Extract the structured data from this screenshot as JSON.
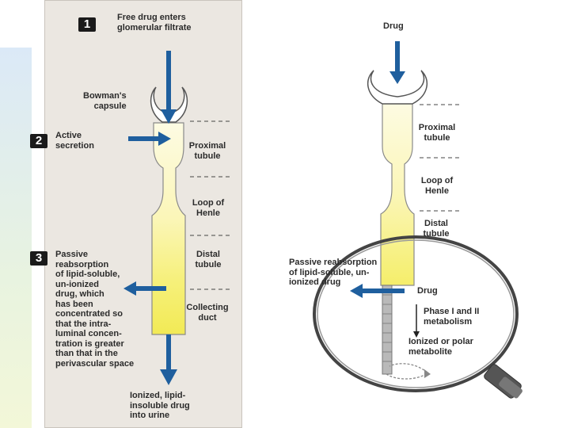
{
  "left": {
    "steps": [
      {
        "number": "1",
        "text": "Free drug enters\nglomerular filtrate"
      },
      {
        "number": "2",
        "text": "Active\nsecretion"
      },
      {
        "number": "3",
        "text": "Passive\nreabsorption\nof lipid-soluble,\nun-ionized\ndrug, which\nhas been\nconcentrated so\nthat the intra-\nluminal concen-\ntration is greater\nthan that in the\nperivascular space"
      }
    ],
    "bowmans": "Bowman's\ncapsule",
    "segments": [
      "Proximal\ntubule",
      "Loop of\nHenle",
      "Distal\ntubule",
      "Collecting\nduct"
    ],
    "output": "Ionized, lipid-\ninsoluble drug\ninto urine"
  },
  "right": {
    "drug": "Drug",
    "segments": [
      "Proximal\ntubule",
      "Loop of\nHenle",
      "Distal\ntubule"
    ],
    "passive": "Passive reabsorption\nof lipid-soluble, un-\nionized drug",
    "drug2": "Drug",
    "phase": "Phase I and II\nmetabolism",
    "metabolite": "Ionized or polar\nmetabolite"
  },
  "colors": {
    "arrow": "#1f5f9e",
    "tubule_light": "#fdfbe3",
    "tubule_dark": "#f4ee66",
    "panel": "#ebe7e1"
  }
}
